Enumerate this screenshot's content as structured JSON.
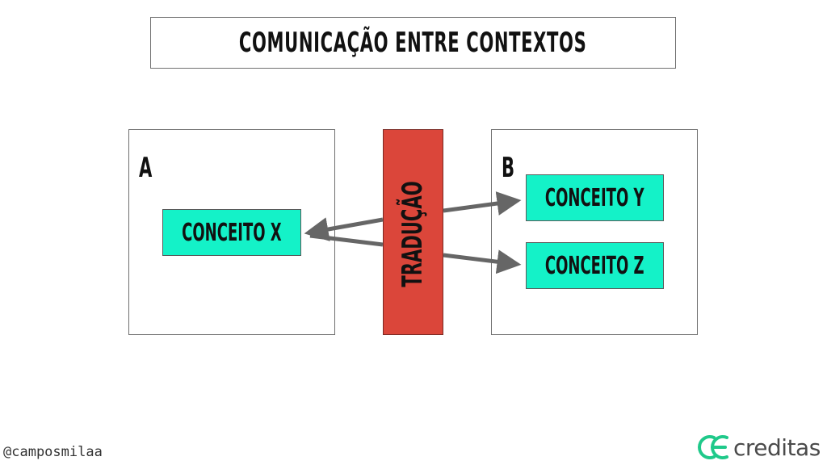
{
  "title": "COMUNICAÇÃO ENTRE CONTEXTOS",
  "contexts": {
    "a": {
      "label": "A",
      "concepts": [
        "CONCEITO X"
      ]
    },
    "b": {
      "label": "B",
      "concepts": [
        "CONCEITO Y",
        "CONCEITO Z"
      ]
    }
  },
  "translation": {
    "label": "TRADUÇÃO"
  },
  "footer": {
    "handle": "@camposmilaa",
    "brand": "creditas"
  },
  "colors": {
    "concept_fill": "#14f2c8",
    "translation_fill": "#db463a",
    "arrow": "#666666",
    "brand_green": "#1fc98a"
  }
}
